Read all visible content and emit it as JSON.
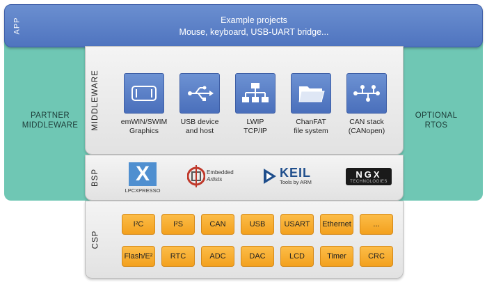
{
  "app": {
    "label": "APP",
    "line1": "Example projects",
    "line2": "Mouse, keyboard, USB-UART bridge..."
  },
  "partner": {
    "line1": "PARTNER",
    "line2": "MIDDLEWARE"
  },
  "optional": {
    "line1": "OPTIONAL",
    "line2": "RTOS"
  },
  "middleware": {
    "label": "MIDDLEWARE",
    "items": [
      {
        "icon": "display-icon",
        "line1": "emWIN/SWIM",
        "line2": "Graphics"
      },
      {
        "icon": "usb-icon",
        "line1": "USB device",
        "line2": "and host"
      },
      {
        "icon": "network-icon",
        "line1": "LWIP",
        "line2": "TCP/IP"
      },
      {
        "icon": "folder-icon",
        "line1": "ChanFAT",
        "line2": "file system"
      },
      {
        "icon": "can-bus-icon",
        "line1": "CAN stack",
        "line2": "(CANopen)"
      }
    ]
  },
  "bsp": {
    "label": "BSP",
    "logos": {
      "lpcxpresso": {
        "mark": "X",
        "text": "LPCXPRESSO"
      },
      "embedded_artists": {
        "line1": "Embedded",
        "line2": "Artists"
      },
      "keil": {
        "word": "KEIL",
        "sub": "Tools by ARM"
      },
      "ngx": {
        "word": "NGX",
        "sub": "TECHNOLOGIES"
      }
    }
  },
  "csp": {
    "label": "CSP",
    "row1": [
      "I²C",
      "I²S",
      "CAN",
      "USB",
      "USART",
      "Ethernet",
      "..."
    ],
    "row2": [
      "Flash/E²",
      "RTC",
      "ADC",
      "DAC",
      "LCD",
      "Timer",
      "CRC"
    ]
  },
  "colors": {
    "app_blue": "#5a7ec6",
    "teal": "#6fc7b4",
    "csp_orange": "#f7ac2e",
    "mw_blue": "#5b80c7"
  }
}
